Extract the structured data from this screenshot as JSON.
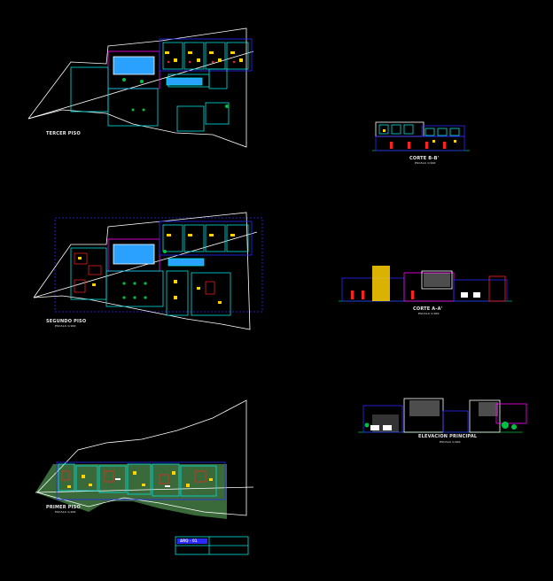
{
  "drawing": {
    "background": "#000000",
    "colors": {
      "outline": "#ffffff",
      "wall_cyan": "#00e0e0",
      "wall_blue": "#2a2aff",
      "magenta": "#ff00ff",
      "yellow": "#ffd200",
      "red": "#ff2020",
      "green": "#00c040",
      "pool": "#2aa0ff",
      "site": "#3a6a3a"
    },
    "plans": [
      {
        "id": "tercer",
        "title": "TERCER PISO",
        "scale": ""
      },
      {
        "id": "segundo",
        "title": "SEGUNDO PISO",
        "scale": "ESCALA 1/100"
      },
      {
        "id": "primer",
        "title": "PRIMER PISO",
        "scale": "ESCALA 1/100"
      }
    ],
    "sections": [
      {
        "id": "corte-b",
        "title": "CORTE B-B'",
        "scale": "ESCALA 1/100"
      },
      {
        "id": "corte-a",
        "title": "CORTE A-A'",
        "scale": "ESCALA 1/100"
      },
      {
        "id": "elevacion",
        "title": "ELEVACION PRINCIPAL",
        "scale": "ESCALA 1/100"
      }
    ],
    "title_block": {
      "code": "ARQ - 01",
      "project": ""
    }
  }
}
